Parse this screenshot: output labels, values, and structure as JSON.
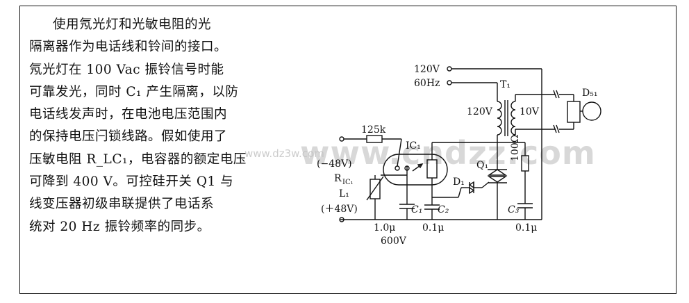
{
  "description": {
    "lines": [
      "使用氖光灯和光敏电阻的光",
      "隔离器作为电话线和铃间的接口。",
      "氖光灯在 100 Vac 振铃信号时能",
      "可靠发光，同时 C₁ 产生隔离，以防",
      "电话线发声时，在电池电压范围内",
      "的保持电压闩锁线路。假如使用了",
      "压敏电阻 R_LC₁，电容器的额定电压",
      "可降到 400 V。可控硅开关 Q1 与",
      "线变压器初级串联提供了电话系",
      "统对 20 Hz 振铃频率的同步。"
    ]
  },
  "circuit": {
    "labels": {
      "v120": "120V",
      "hz60": "60Hz",
      "t1": "T₁",
      "pri": "120V",
      "sec": "10V",
      "ds1": "D₅₁",
      "r125k": "125k",
      "ic1": "IC₁",
      "neg48": "(−48V)",
      "ric1": "R",
      "ric1sub": "IC₁",
      "l1": "L₁",
      "pos48": "(＋48V)",
      "c1": "C₁",
      "c1val": "1.0μ",
      "c1v": "600V",
      "c2": "C₂",
      "c2val": "0.1μ",
      "d1": "D₁",
      "q1": "Q₁",
      "r100": "100Ω",
      "c3": "C₃",
      "c3val": "0.1μ"
    }
  },
  "watermark": {
    "main": "www.cndzz.com",
    "small": "www.dz3w.com"
  }
}
